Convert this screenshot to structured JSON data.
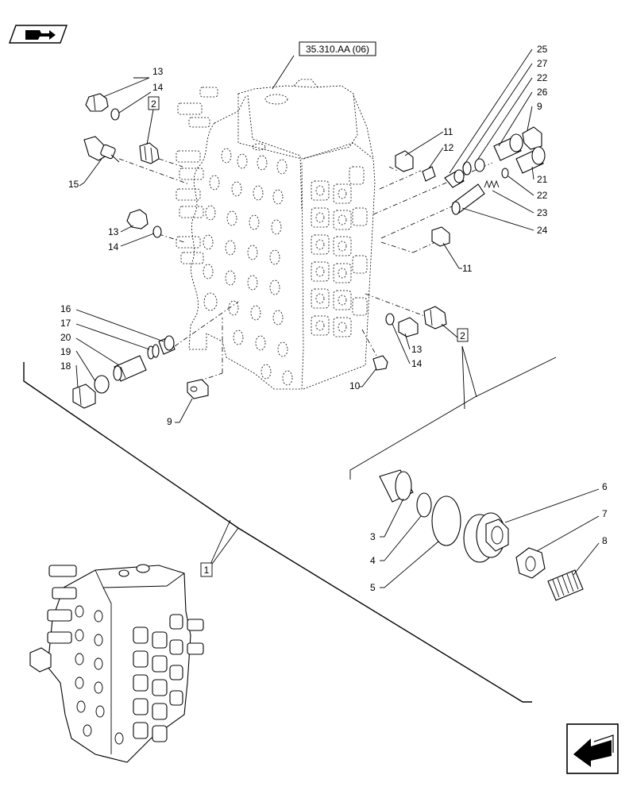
{
  "reference_label": "35.310.AA (06)",
  "callouts": {
    "n1": "1",
    "n2a": "2",
    "n2b": "2",
    "n3": "3",
    "n4": "4",
    "n5": "5",
    "n6": "6",
    "n7": "7",
    "n8": "8",
    "n9a": "9",
    "n9b": "9",
    "n10": "10",
    "n11a": "11",
    "n11b": "11",
    "n12": "12",
    "n13a": "13",
    "n13b": "13",
    "n13c": "13",
    "n14a": "14",
    "n14b": "14",
    "n14c": "14",
    "n15": "15",
    "n16": "16",
    "n17": "17",
    "n18": "18",
    "n19": "19",
    "n20": "20",
    "n21": "21",
    "n22a": "22",
    "n22b": "22",
    "n23": "23",
    "n24": "24",
    "n25": "25",
    "n26": "26",
    "n27": "27"
  },
  "icons": {
    "top_left": "book-arrow-icon",
    "bottom_right": "next-page-arrow-icon"
  }
}
